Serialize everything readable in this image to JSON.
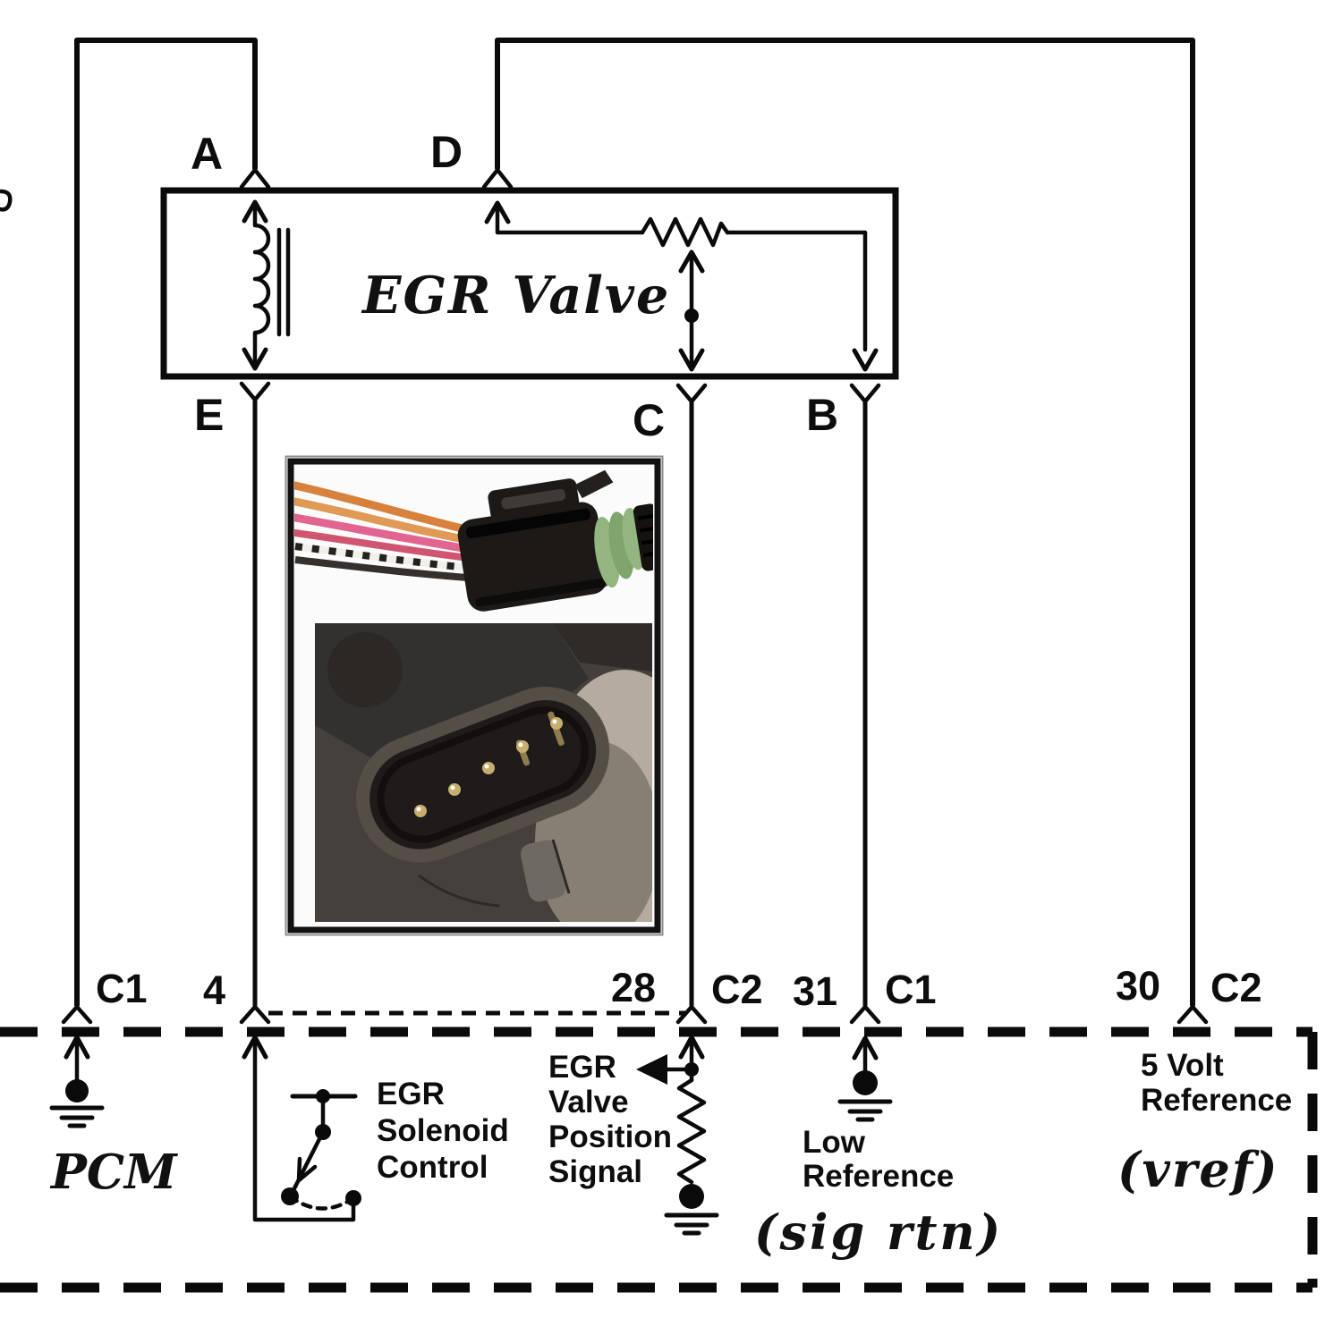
{
  "egr_valve": {
    "title": "EGR Valve",
    "terminal_a": "A",
    "terminal_d": "D",
    "terminal_e": "E",
    "terminal_c": "C",
    "terminal_b": "B"
  },
  "pcm": {
    "name": "PCM",
    "pins": {
      "ground_conn": "C1",
      "solenoid_pin": "4",
      "position_pin": "28",
      "position_conn": "C2",
      "lowref_pin": "31",
      "lowref_conn": "C1",
      "vref_pin": "30",
      "vref_conn": "C2"
    },
    "solenoid_control_lines": [
      "EGR",
      "Solenoid",
      "Control"
    ],
    "position_signal_lines": [
      "EGR",
      "Valve",
      "Position",
      "Signal"
    ],
    "low_reference_lines": [
      "Low",
      "Reference"
    ],
    "five_volt_reference_lines": [
      "5 Volt",
      "Reference"
    ],
    "sig_rtn_note": "(sig rtn)",
    "vref_note": "(vref)"
  },
  "colors": {
    "line": "#0a0a0a",
    "wire-orange": "#d8813c",
    "wire-salmon": "#e09a55",
    "wire-pink": "#e26490",
    "wire-crimson": "#cf5570",
    "seal-green": "#93b681",
    "connector-black": "#1c1917",
    "photo-dark-bg": "#46403d",
    "photo-light": "#b5ab9f",
    "pin-gold": "#c7ae6d"
  }
}
